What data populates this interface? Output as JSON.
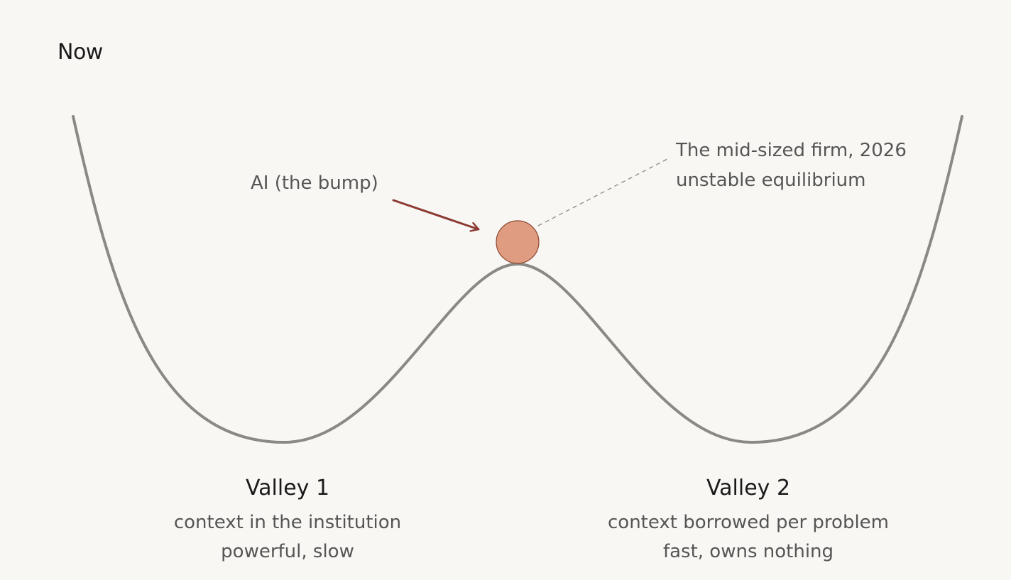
{
  "title": "Now",
  "colors": {
    "background": "#f8f7f4",
    "curve": "#8a8984",
    "ball_fill": "#e09c80",
    "ball_stroke": "#8c4a33",
    "arrow": "#8c3a33",
    "leader": "#8a8984",
    "text": "#555555",
    "heading": "#1a1a1a"
  },
  "annotations": {
    "bump_label": "AI (the bump)",
    "firm_label_line1": "The mid-sized firm, 2026",
    "firm_label_line2": "unstable equilibrium"
  },
  "valleys": [
    {
      "title": "Valley 1",
      "line1": "context in the institution",
      "line2": "powerful, slow"
    },
    {
      "title": "Valley 2",
      "line1": "context borrowed per problem",
      "line2": "fast, owns nothing"
    }
  ]
}
